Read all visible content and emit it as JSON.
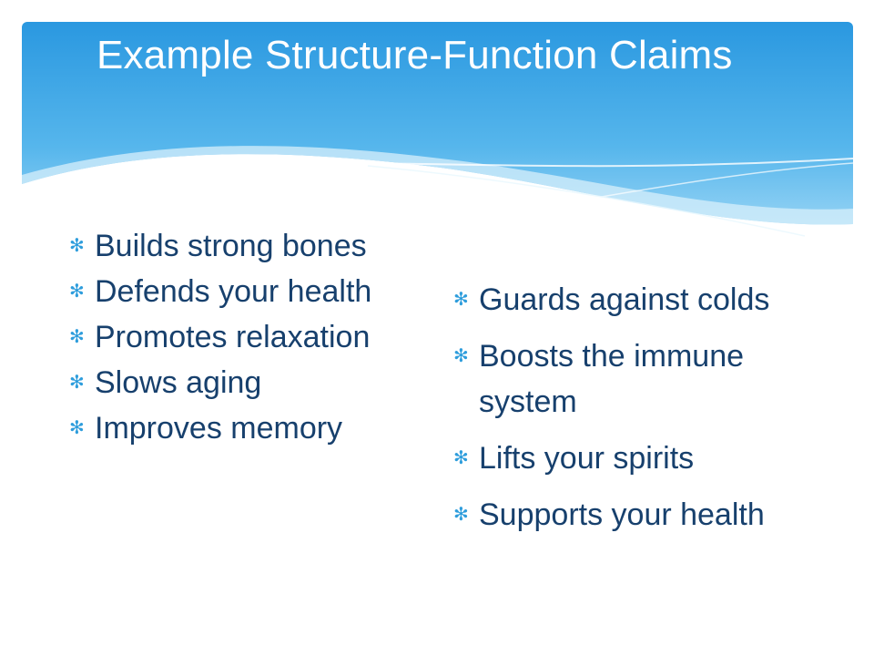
{
  "slide": {
    "title": "Example Structure-Function Claims",
    "bullet_glyph": "✻",
    "left_column": [
      "Builds strong bones",
      "Defends your health",
      "Promotes relaxation",
      "Slows aging",
      "Improves memory"
    ],
    "right_column": [
      "Guards against colds",
      "Boosts the immune system",
      "Lifts your spirits",
      "Supports your health"
    ]
  },
  "colors": {
    "header_top": "#2b9be2",
    "header_bottom": "#a7daf6",
    "text": "#17406d",
    "bullet": "#2e9ddc",
    "title": "#ffffff"
  }
}
